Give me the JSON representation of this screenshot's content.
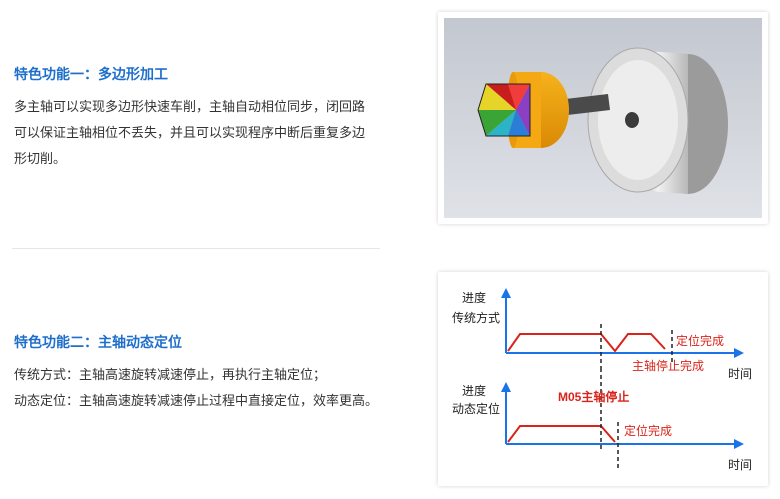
{
  "feature1": {
    "title": "特色功能一：多边形加工",
    "lines": [
      "多主轴可以实现多边形快速车削，主轴自动相位同步，闭回路",
      "可以保证主轴相位不丢失，并且可以实现程序中断后重复多边",
      "形切削。"
    ]
  },
  "feature2": {
    "title": "特色功能二：主轴动态定位",
    "lines": [
      "传统方式：主轴高速旋转减速停止，再执行主轴定位；",
      "动态定位：主轴高速旋转减速停止过程中直接定位，效率更高。"
    ]
  },
  "diagram": {
    "top_ylabel_1": "进度",
    "top_ylabel_2": "传统方式",
    "top_xlabel": "时间",
    "top_note_1": "定位完成",
    "top_note_2": "主轴停止完成",
    "bottom_ylabel_1": "进度",
    "bottom_ylabel_2": "动态定位",
    "bottom_xlabel": "时间",
    "bottom_note_stop": "M05主轴停止",
    "bottom_note_done": "定位完成",
    "colors": {
      "axis": "#1a73e8",
      "curve": "#d9241b",
      "note": "#d9241b",
      "label": "#222222"
    }
  }
}
